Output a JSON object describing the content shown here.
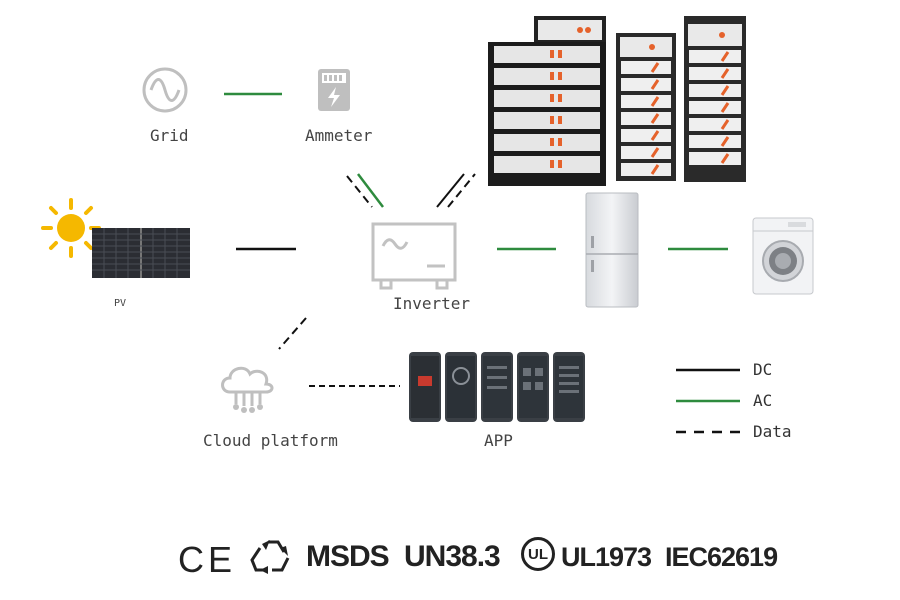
{
  "labels": {
    "grid": "Grid",
    "ammeter": "Ammeter",
    "pv": "PV",
    "inverter": "Inverter",
    "cloud": "Cloud platform",
    "app": "APP"
  },
  "legend": {
    "dc": "DC",
    "ac": "AC",
    "data": "Data"
  },
  "certifications": {
    "ce": "CE",
    "msds": "MSDS",
    "un": "UN38.3",
    "ul_mark": "UL",
    "ul": "UL1973",
    "iec": "IEC62619"
  },
  "colors": {
    "dc_line": "#111111",
    "ac_line": "#2e8b3e",
    "icon_gray": "#bfbfbf",
    "sun": "#f5b800"
  }
}
